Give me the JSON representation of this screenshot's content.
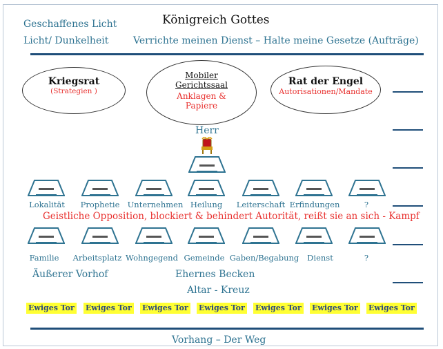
{
  "header": {
    "title": "Königreich Gottes",
    "left_line1": "Geschaffenes Licht",
    "left_line2": "Licht/ Dunkelheit",
    "subtitle": "Verrichte meinen Dienst – Halte meine Gesetze (Aufträge)"
  },
  "councils": [
    {
      "title": "Kriegsrat",
      "detail": "(Strategien )"
    },
    {
      "title": "Mobiler Gerichtssaal",
      "detail": "Anklagen & Papiere"
    },
    {
      "title": "Rat der Engel",
      "detail": "Autorisationen/Mandate"
    }
  ],
  "center": {
    "lord": "Herr"
  },
  "row1_labels": [
    "Lokalität",
    "Prophetie",
    "Unternehmen",
    "Heilung",
    "Leiterschaft",
    "Erfindungen",
    "?"
  ],
  "opposition_text": "Geistliche Opposition, blockiert & behindert Autorität, reißt sie an sich - Kampf",
  "row2_labels": [
    "Familie",
    "Arbeitsplatz",
    "Wohngegend",
    "Gemeinde",
    "Gaben/Begabung",
    "Dienst",
    "?"
  ],
  "lower": {
    "outer_court": "Äußerer Vorhof",
    "basin": "Ehernes Becken",
    "altar": "Altar - Kreuz",
    "footer": "Vorhang – Der Weg"
  },
  "gates": [
    "Ewiges Tor",
    "Ewiges Tor",
    "Ewiges Tor",
    "Ewiges Tor",
    "Ewiges Tor",
    "Ewiges Tor",
    "Ewiges Tor"
  ],
  "colors": {
    "teal": "#2e7391",
    "red": "#e8312f",
    "navy": "#1f4e79",
    "gate_highlight": "#ffff33"
  }
}
